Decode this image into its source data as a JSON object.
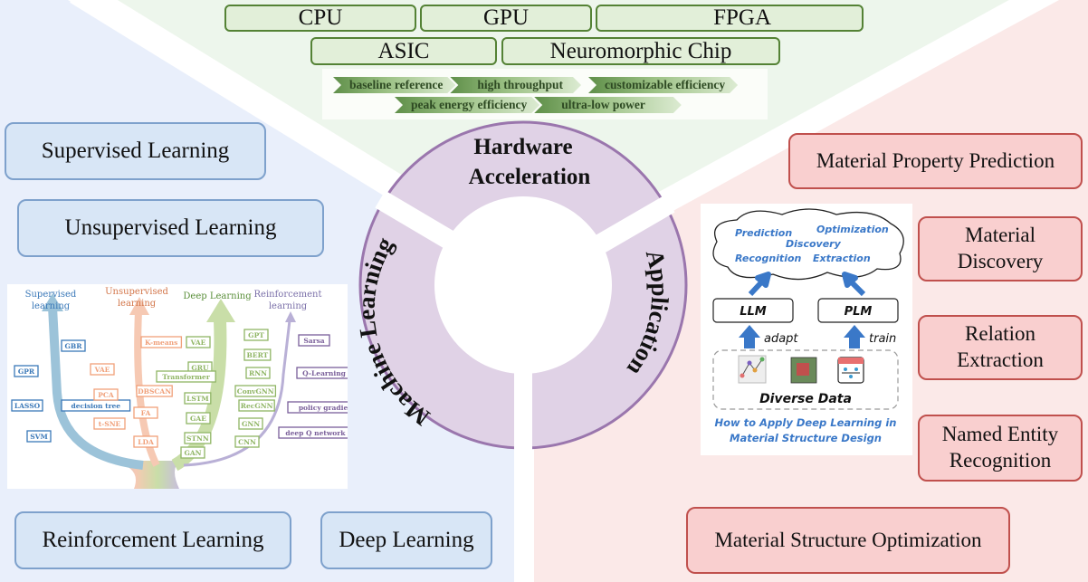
{
  "colors": {
    "ml_bg": "#e9effb",
    "hw_bg": "#edf6ec",
    "app_bg": "#fbe9e8",
    "ring": "#e0d2e6",
    "ring_border": "#9a76ad",
    "ml_box": "#d8e6f6",
    "app_box": "#f9cfcf",
    "hw_box": "#e2efd9",
    "accent_blue": "#3a78c8"
  },
  "ring": {
    "hardware_line1": "Hardware",
    "hardware_line2": "Acceleration",
    "machine_learning": "Machine Learning",
    "application": "Application"
  },
  "hardware": {
    "chips": [
      "CPU",
      "GPU",
      "FPGA",
      "ASIC",
      "Neuromorphic Chip"
    ],
    "traits_row1": [
      "baseline reference",
      "high throughput",
      "customizable efficiency"
    ],
    "traits_row2": [
      "peak energy efficiency",
      "ultra-low power"
    ]
  },
  "machine_learning": {
    "categories": [
      "Supervised Learning",
      "Unsupervised Learning",
      "Reinforcement Learning",
      "Deep Learning"
    ],
    "tree": {
      "supervised": {
        "title1": "Supervised",
        "title2": "learning",
        "items": [
          "GBR",
          "GPR",
          "LASSO",
          "decision tree",
          "SVM"
        ]
      },
      "unsupervised": {
        "title1": "Unsupervised",
        "title2": "learning",
        "items": [
          "K-means",
          "VAE",
          "PCA",
          "DBSCAN",
          "FA",
          "t-SNE",
          "LDA"
        ]
      },
      "deep": {
        "title1": "Deep Learning",
        "items": [
          "VAE",
          "GRU",
          "Transformer",
          "LSTM",
          "GAE",
          "STNN",
          "GAN",
          "GPT",
          "BERT",
          "RNN",
          "ConvGNN",
          "RecGNN",
          "GNN",
          "CNN"
        ]
      },
      "reinforcement": {
        "title1": "Reinforcement",
        "title2": "learning",
        "items": [
          "Sarsa",
          "Q-Learning",
          "policy gradients",
          "deep Q network"
        ]
      }
    }
  },
  "application": {
    "tasks": [
      "Material Property Prediction",
      "Material Discovery",
      "Relation Extraction",
      "Named Entity Recognition",
      "Material Structure Optimization"
    ],
    "figure": {
      "cloud_words": [
        "Prediction",
        "Optimization",
        "Discovery",
        "Recognition",
        "Extraction"
      ],
      "models": [
        "LLM",
        "PLM"
      ],
      "arrow_labels": [
        "adapt",
        "train"
      ],
      "data_label": "Diverse Data",
      "caption_line1": "How to Apply Deep Learning in",
      "caption_line2": "Material Structure Design"
    }
  }
}
